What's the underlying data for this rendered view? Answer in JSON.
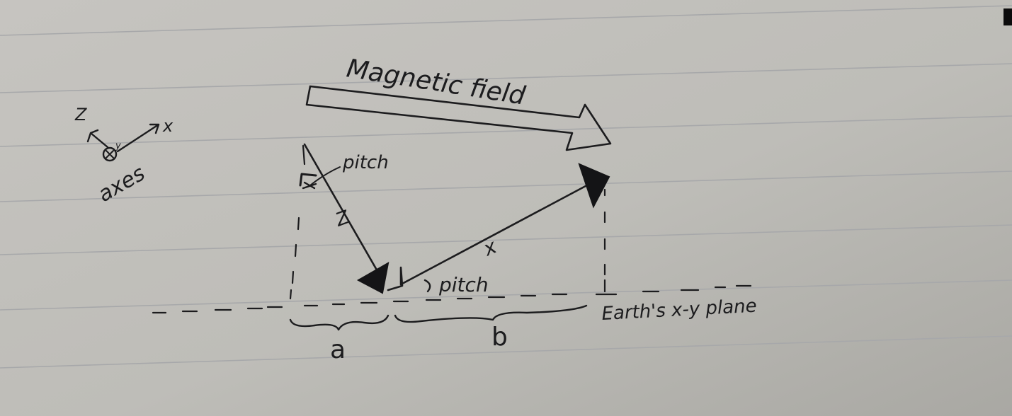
{
  "labels": {
    "magnetic_field": "Magnetic field",
    "axis_z": "Z",
    "axis_x": "x",
    "axis_y": "y",
    "axes": "axes",
    "pitch_top": "pitch",
    "vector_z": "Z",
    "vector_x": "x",
    "pitch_bottom": "pitch",
    "plane": "Earth's x-y plane",
    "segment_a": "a",
    "segment_b": "b"
  }
}
